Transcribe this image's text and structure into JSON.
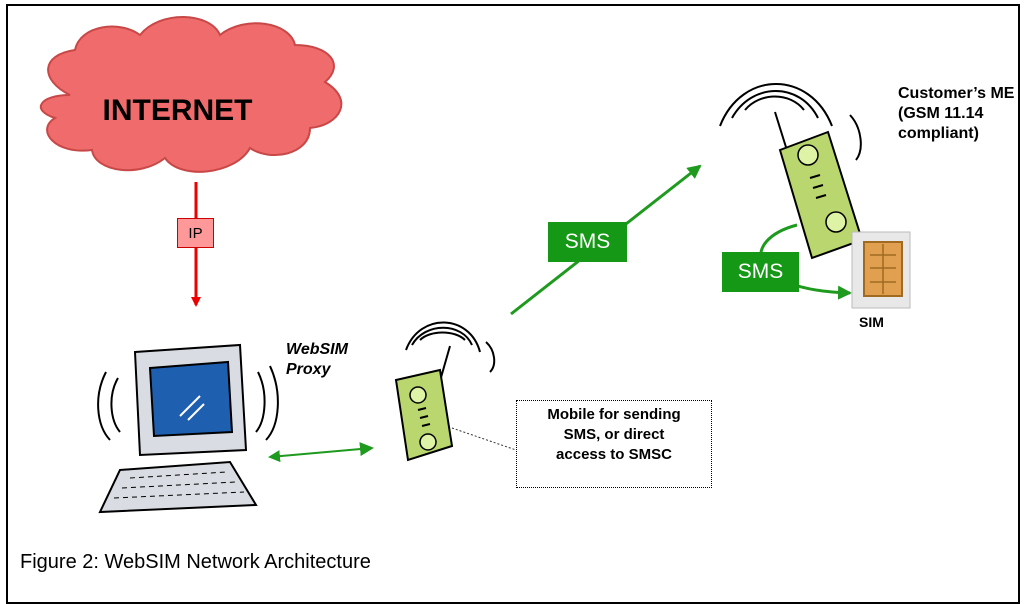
{
  "internet_label": "INTERNET",
  "ip_label": "IP",
  "sms_label_1": "SMS",
  "sms_label_2": "SMS",
  "customer_lines": [
    "Customer’s ME",
    "(GSM 11.14",
    "compliant)"
  ],
  "sim_label": "SIM",
  "proxy_lines": [
    "WebSIM",
    "Proxy"
  ],
  "mobile_note_lines": [
    "Mobile for sending",
    "SMS, or direct",
    "access to SMSC"
  ],
  "caption": "Figure 2: WebSIM Network Architecture",
  "colors": {
    "cloud_fill": "#f06b6b",
    "ip_arrow": "#ee0000",
    "sms_arrow": "#1e9a1e",
    "monitor_screen": "#1e5fb0",
    "phone_body": "#b9d76e"
  }
}
